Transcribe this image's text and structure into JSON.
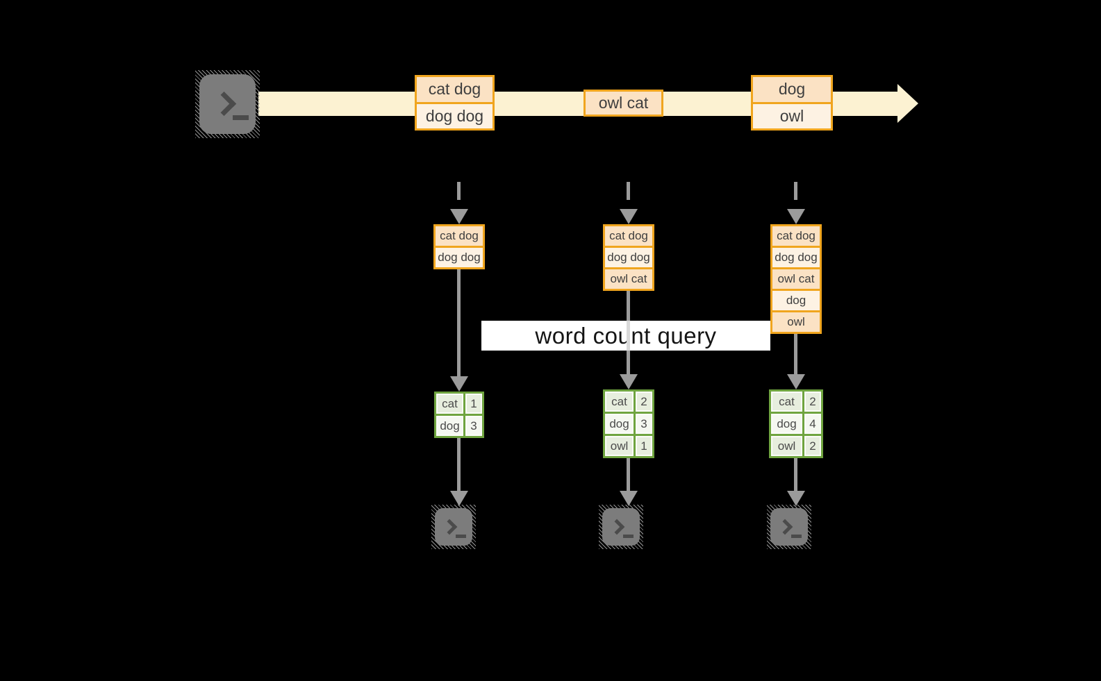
{
  "banner": {
    "label": "word count query"
  },
  "stream": {
    "records": [
      {
        "rows": [
          "cat dog",
          "dog dog"
        ]
      },
      {
        "rows": [
          "owl cat"
        ]
      },
      {
        "rows": [
          "dog",
          "owl"
        ]
      }
    ]
  },
  "columns": [
    {
      "buffer": [
        "cat dog",
        "dog dog"
      ],
      "counts": [
        {
          "word": "cat",
          "count": "1"
        },
        {
          "word": "dog",
          "count": "3"
        }
      ]
    },
    {
      "buffer": [
        "cat dog",
        "dog dog",
        "owl cat"
      ],
      "counts": [
        {
          "word": "cat",
          "count": "2"
        },
        {
          "word": "dog",
          "count": "3"
        },
        {
          "word": "owl",
          "count": "1"
        }
      ]
    },
    {
      "buffer": [
        "cat dog",
        "dog dog",
        "owl cat",
        "dog",
        "owl"
      ],
      "counts": [
        {
          "word": "cat",
          "count": "2"
        },
        {
          "word": "dog",
          "count": "4"
        },
        {
          "word": "owl",
          "count": "2"
        }
      ]
    }
  ],
  "icons": {
    "source_terminal": "terminal-prompt",
    "consumer_terminals": [
      "terminal-prompt",
      "terminal-prompt",
      "terminal-prompt"
    ]
  },
  "colors": {
    "background": "#000000",
    "stream_band": "#FCF2D2",
    "record_border": "#F0A51E",
    "record_fill_dark": "#FBE2C4",
    "record_fill_light": "#FDF2E3",
    "table_border": "#6FA43F",
    "table_cell_green": "#E7EEDE",
    "table_cell_white": "#F5F8F1",
    "connector_gray": "#9B9B9B",
    "terminal_gray": "#7C7C7C"
  }
}
